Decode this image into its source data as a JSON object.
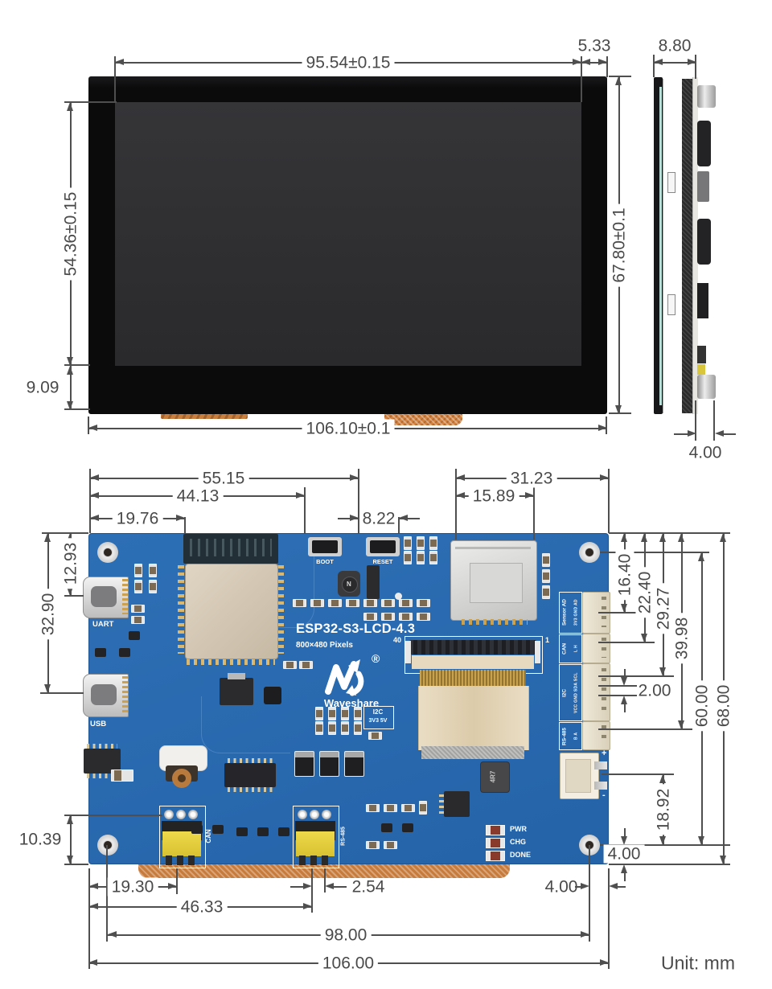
{
  "unit_note": "Unit: mm",
  "front_view": {
    "dims": {
      "active_width": "95.54±0.15",
      "right_margin": "5.33",
      "active_height": "54.36±0.15",
      "bottom_bezel": "9.09",
      "total_width": "106.10±0.1",
      "total_height": "67.80±0.1"
    }
  },
  "side_view": {
    "dims": {
      "thickness": "8.80",
      "standoff_dia": "4.00"
    }
  },
  "board_view": {
    "silkscreen": {
      "model": "ESP32-S3-LCD-4.3",
      "resolution": "800×480 Pixels",
      "brand": "Waveshare",
      "reg_mark": "®",
      "uart": "UART",
      "usb": "USB",
      "boot": "BOOT",
      "reset": "RESET",
      "fpc_pin40": "40",
      "fpc_pin1": "1",
      "i2c_box_title": "I2C",
      "i2c_box_pins": "3V3 5V",
      "led_pwr": "PWR",
      "led_chg": "CHG",
      "led_done": "DONE",
      "can_terminal": "CAN",
      "rs485_terminal": "RS-485",
      "battery_plus": "+",
      "battery_minus": "-",
      "inductor_n": "N",
      "inductor_4r7": "4R7"
    },
    "connectors": [
      {
        "name": "Sensor AD",
        "pins": "3V3 GND AD"
      },
      {
        "name": "CAN",
        "pins": "L  H"
      },
      {
        "name": "I2C",
        "pins": "VCC GND SDA SCL"
      },
      {
        "name": "RS-485",
        "pins": "B  A"
      }
    ],
    "dims": {
      "top_55_15": "55.15",
      "top_44_13": "44.13",
      "top_19_76": "19.76",
      "top_8_22": "8.22",
      "top_31_23": "31.23",
      "top_15_89": "15.89",
      "left_12_93": "12.93",
      "left_32_90": "32.90",
      "left_10_39": "10.39",
      "right_16_40": "16.40",
      "right_22_40": "22.40",
      "right_29_27": "29.27",
      "right_39_98": "39.98",
      "right_60_00": "60.00",
      "right_68_00": "68.00",
      "right_2_00": "2.00",
      "right_18_92": "18.92",
      "right_4_00": "4.00",
      "bottom_4_00": "4.00",
      "bottom_19_30": "19.30",
      "bottom_2_54": "2.54",
      "bottom_46_33": "46.33",
      "bottom_98_00": "98.00",
      "bottom_106_00": "106.00"
    }
  }
}
